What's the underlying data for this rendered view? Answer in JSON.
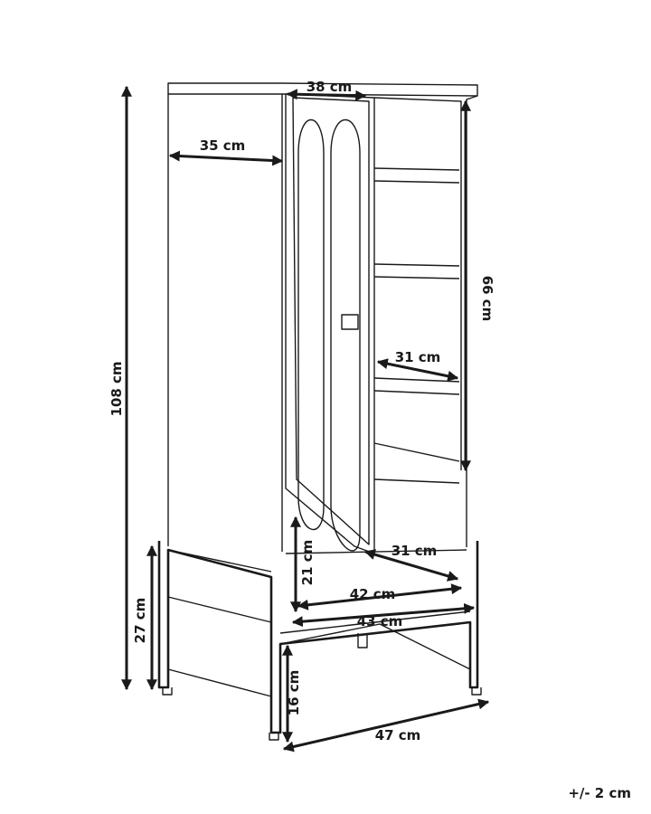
{
  "diagram": {
    "dimensions": {
      "height_total": "108 cm",
      "top_width": "38 cm",
      "side_depth_top": "35 cm",
      "inner_shelf_height": "66 cm",
      "inner_shelf_depth": "31 cm",
      "lower_depth": "31 cm",
      "lower_height": "21 cm",
      "inner_width": "42 cm",
      "outer_width": "43 cm",
      "frame_side_height": "27 cm",
      "leg_height": "16 cm",
      "base_width": "47 cm"
    },
    "tolerance": "+/- 2 cm"
  }
}
